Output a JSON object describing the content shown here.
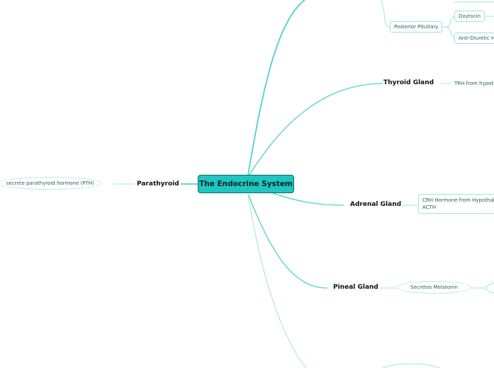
{
  "central": "The Endocrine System",
  "branches": {
    "thyroid": {
      "label": "Thyroid Gland",
      "child": "TRH from hypoth"
    },
    "adrenal": {
      "label": "Adrenal Gland",
      "child_line1": "CRH Hormone from Hypothal",
      "child_line2": "ACTH"
    },
    "pineal": {
      "label": "Pineal Gland",
      "child": "Secretes Melatonin"
    },
    "parathyroid": {
      "label": "Parathyroid",
      "child": "secrete parathyroid hormone (PTH)"
    },
    "pituitary": {
      "posterior": "Posterior Pituitary",
      "children": [
        "Oxytocin",
        "Anti-Diuretic He"
      ]
    }
  },
  "colors": {
    "accent": "#1fc5be",
    "line": "#7fdcd6"
  }
}
